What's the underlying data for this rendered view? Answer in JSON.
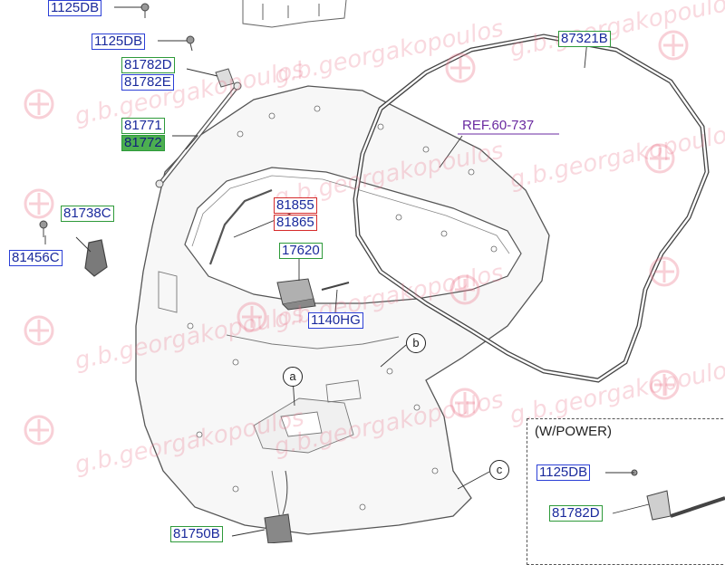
{
  "parts": {
    "p1125db_top": "1125DB",
    "p1125db_2": "1125DB",
    "p81782d": "81782D",
    "p81782e": "81782E",
    "p81771": "81771",
    "p81772": "81772",
    "p81738c": "81738C",
    "p81456c": "81456C",
    "p81855": "81855",
    "p81865": "81865",
    "p17620": "17620",
    "p1140hg": "1140HG",
    "p87321b": "87321B",
    "p81750b": "81750B",
    "p1125db_power": "1125DB",
    "p81782d_power": "81782D"
  },
  "reference": "REF.60-737",
  "callouts": {
    "a": "a",
    "b": "b",
    "c": "c"
  },
  "power_section": {
    "title": "(W/POWER)"
  },
  "watermark": {
    "text": "g.b.georgakopoulos",
    "color": "#eb788c"
  }
}
